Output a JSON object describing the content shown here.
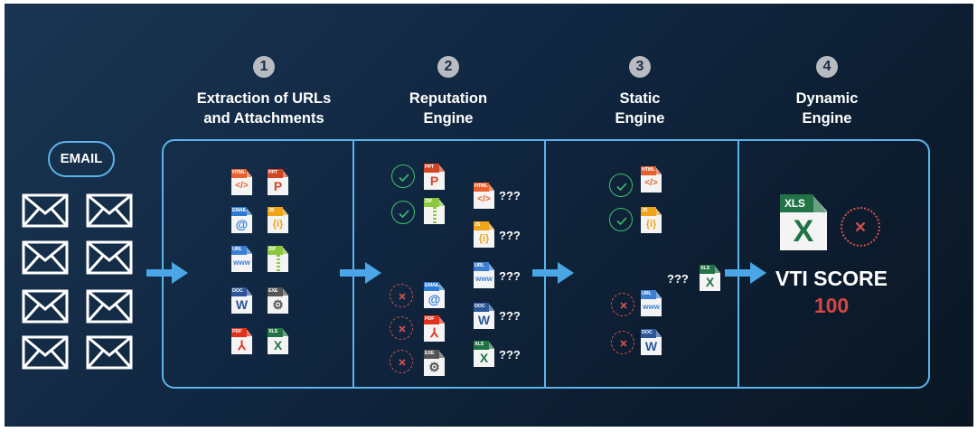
{
  "steps": [
    {
      "number": "1",
      "title": "Extraction of URLs\nand Attachments"
    },
    {
      "number": "2",
      "title": "Reputation\nEngine"
    },
    {
      "number": "3",
      "title": "Static\nEngine"
    },
    {
      "number": "4",
      "title": "Dynamic\nEngine"
    }
  ],
  "email_label": "EMAIL",
  "unknown_marker": "???",
  "file_types": {
    "html": {
      "label": "HTML",
      "glyph": "</>",
      "color": "#e8612c"
    },
    "ppt": {
      "label": "PPT",
      "glyph": "P",
      "color": "#d24726"
    },
    "email": {
      "label": "EMAIL",
      "glyph": "@",
      "color": "#2b7bd3"
    },
    "js": {
      "label": "JS",
      "glyph": "{i}",
      "color": "#f0a418"
    },
    "url": {
      "label": "URL",
      "glyph": "www",
      "color": "#3b7fd4"
    },
    "zip": {
      "label": "ZIP",
      "glyph": "",
      "color": "#8dc63f"
    },
    "doc": {
      "label": "DOC",
      "glyph": "W",
      "color": "#2b579a"
    },
    "exe": {
      "label": "EXE",
      "glyph": "⚙",
      "color": "#555555"
    },
    "pdf": {
      "label": "PDF",
      "glyph": "⅄",
      "color": "#e2311d"
    },
    "xls": {
      "label": "XLS",
      "glyph": "X",
      "color": "#217346"
    }
  },
  "colors": {
    "accent": "#5cb4ea",
    "ok": "#3cc16b",
    "bad": "#d9514b",
    "score": "#d64541"
  },
  "result": {
    "label": "VTI SCORE",
    "value": "100"
  }
}
